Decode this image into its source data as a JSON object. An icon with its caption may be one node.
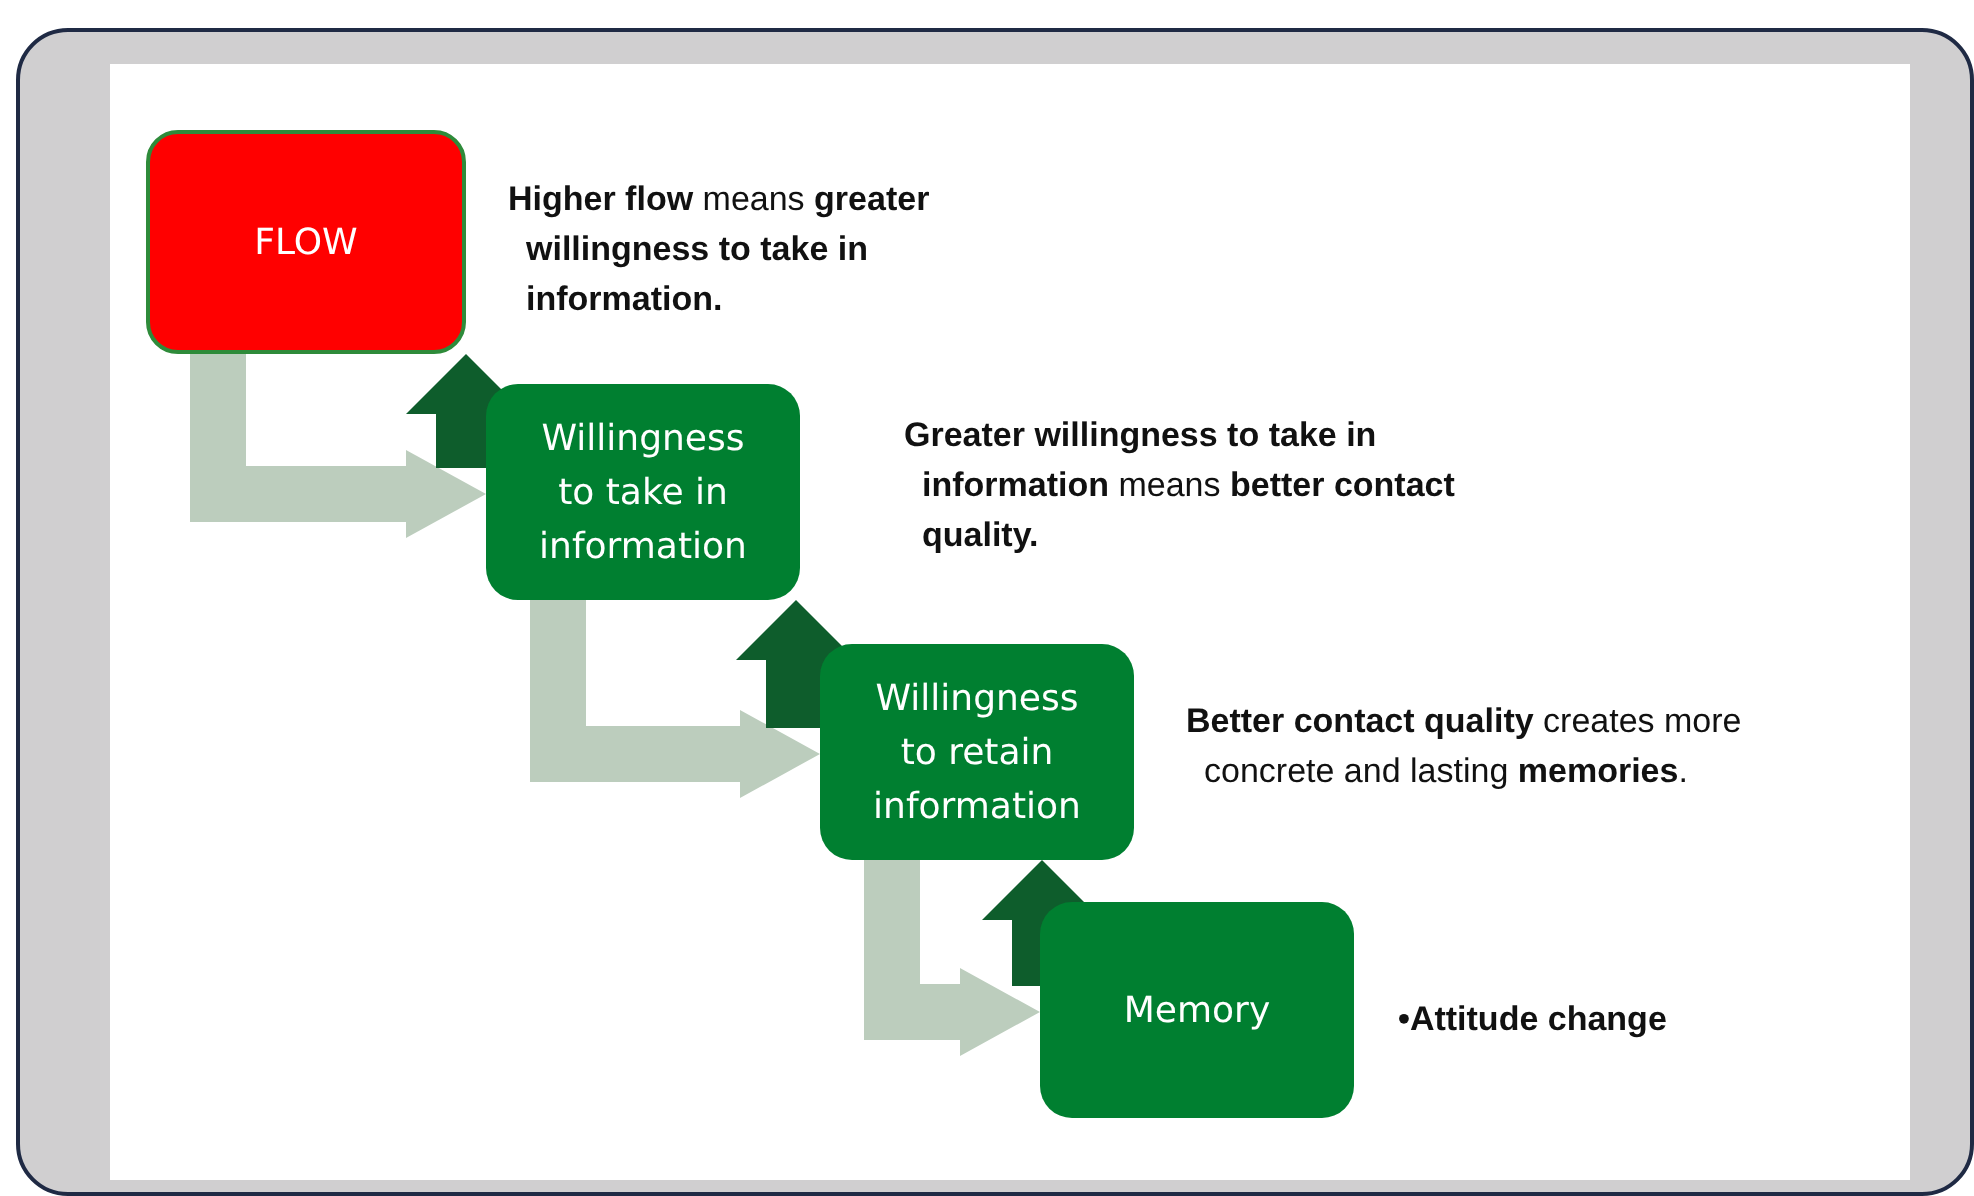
{
  "diagram": {
    "nodes": [
      {
        "text": [
          "FLOW"
        ]
      },
      {
        "text": [
          "Willingness to take in information"
        ]
      },
      {
        "text": [
          "Willingness to retain information"
        ]
      },
      {
        "text": [
          "Memory"
        ],
        "beside": [
          "**•Attitude change**"
        ]
      }
    ],
    "edges": [
      {
        "from": 0,
        "to": 1,
        "arrow": "to",
        "color": "#bccdbd"
      },
      {
        "from": 1,
        "to": 2,
        "arrow": "to",
        "color": "#bccdbd"
      },
      {
        "from": 2,
        "to": 3,
        "arrow": "to",
        "color": "#bccdbd"
      },
      {
        "from": 1,
        "to": 0,
        "arrow": "to",
        "color": "#0e5d2c"
      },
      {
        "from": 2,
        "to": 1,
        "arrow": "to",
        "color": "#0e5d2c"
      },
      {
        "from": 3,
        "to": 2,
        "arrow": "to",
        "color": "#0e5d2c"
      }
    ],
    "labels": [
      "**Higher flow** means **greater willingness to take in information.**",
      "**Greater willingness to take in information** means **better contact quality.**",
      "**Better contact quality** creates more concrete and lasting **memories**."
    ]
  }
}
